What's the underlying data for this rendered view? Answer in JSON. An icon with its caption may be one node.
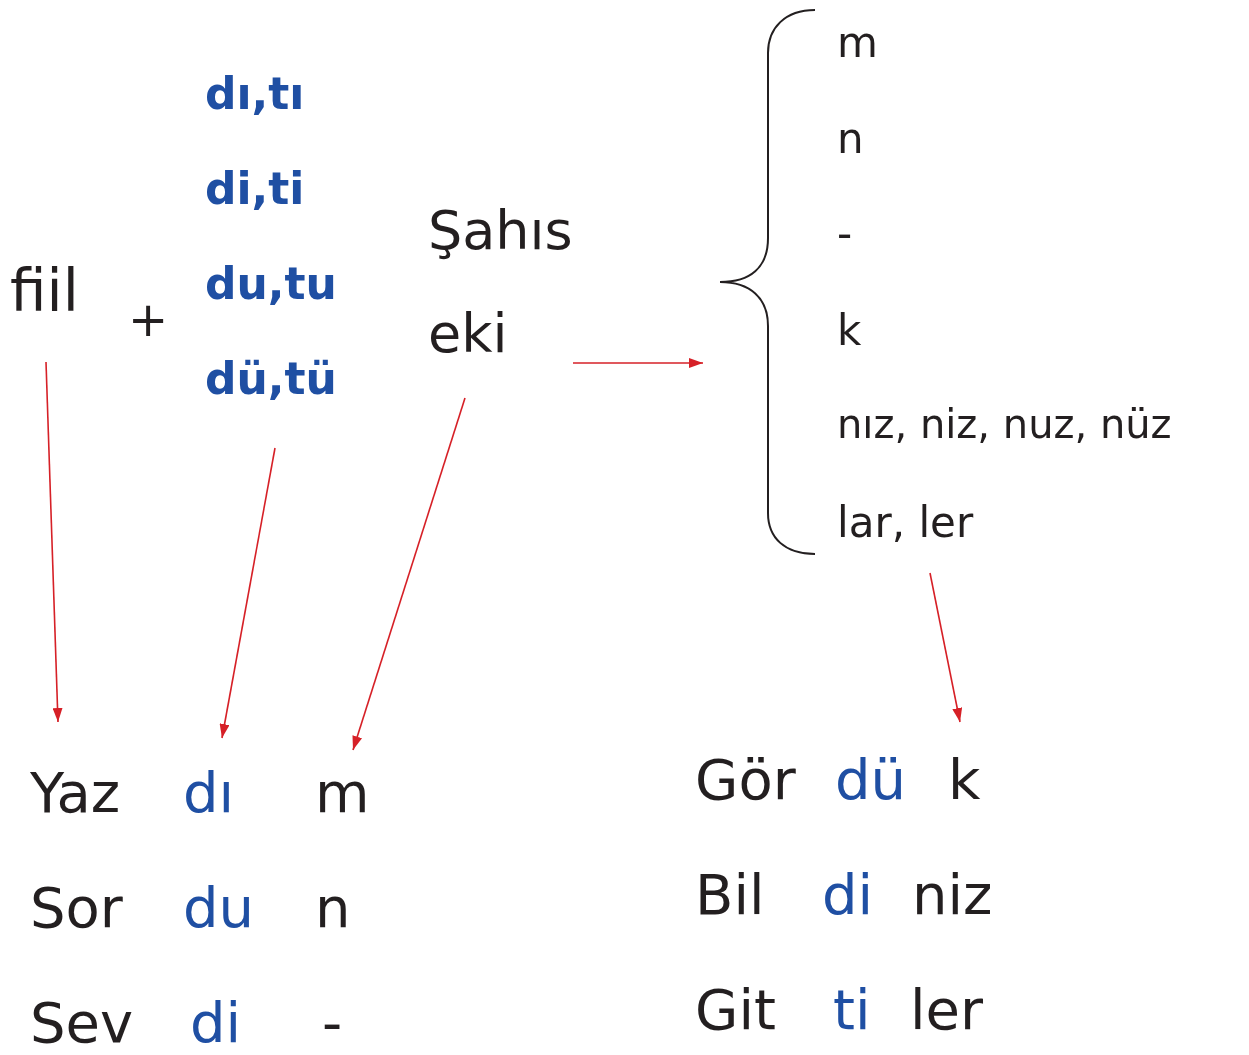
{
  "diagram": {
    "nodes": [
      {
        "text": [
          "fiil"
        ]
      },
      {
        "text": [
          "dı,tı",
          "di,ti",
          "du,tu",
          "dü,tü"
        ]
      },
      {
        "text": [
          "Şahıs eki"
        ]
      },
      {
        "text": [
          "m",
          "n",
          "-",
          "k",
          "nız, niz, nuz, nüz",
          "lar, ler"
        ]
      },
      {
        "text": [
          "Yaz"
        ]
      },
      {
        "text": [
          "dı"
        ]
      },
      {
        "text": [
          "m"
        ]
      },
      {
        "text": [
          "Gör"
        ]
      },
      {
        "text": [
          "dü"
        ]
      },
      {
        "text": [
          "k"
        ]
      }
    ],
    "edges": [
      {
        "from": 0,
        "to": 4,
        "arrow": "to"
      },
      {
        "from": 1,
        "to": 5,
        "arrow": "to"
      },
      {
        "from": 2,
        "to": 6,
        "arrow": "to"
      },
      {
        "from": 2,
        "to": 3,
        "arrow": "to"
      },
      {
        "from": 3,
        "to": 9,
        "arrow": "to"
      }
    ],
    "labels": [
      "+",
      "Sor",
      "du",
      "n",
      "Sev",
      "di",
      "-",
      "Bil",
      "di",
      "niz",
      "Git",
      "ti",
      "ler"
    ]
  }
}
